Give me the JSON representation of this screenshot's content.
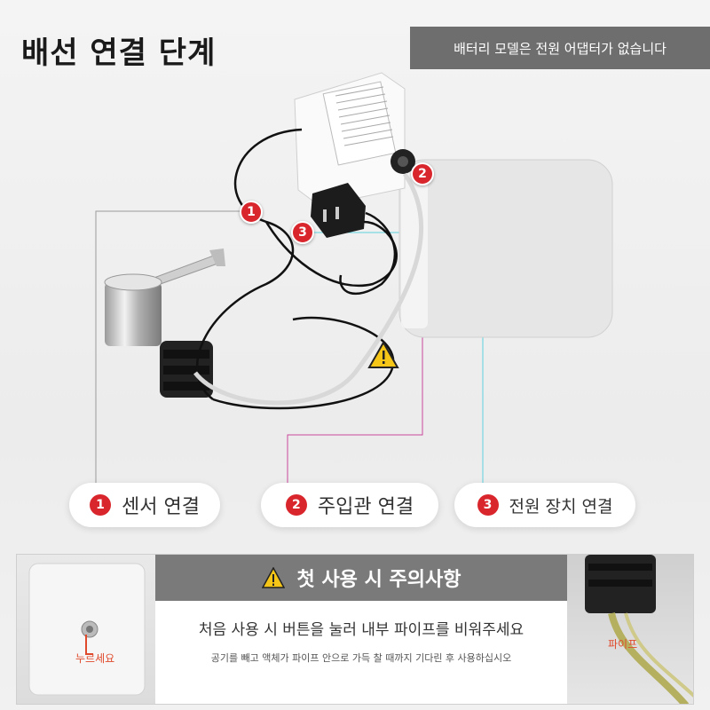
{
  "page": {
    "title": "배선 연결 단계",
    "banner": "배터리 모델은 전원 어댑터가 없습니다"
  },
  "callouts": [
    {
      "num": "1",
      "label": "센서 연결"
    },
    {
      "num": "2",
      "label": "주입관 연결"
    },
    {
      "num": "3",
      "label": "전원 장치 연결"
    }
  ],
  "photo_badges": [
    "1",
    "2",
    "3"
  ],
  "notice": {
    "heading": "첫 사용 시 주의사항",
    "line1": "처음 사용 시 버튼을 눌러 내부 파이프를 비워주세요",
    "line2": "공기를 빼고 액체가 파이프 안으로 가득 찰 때까지 기다린 후 사용하십시오",
    "left_label": "누르세요",
    "right_label": "파이프"
  },
  "colors": {
    "accent_red": "#d9262c",
    "banner_gray": "#6e6e6e",
    "callout_line_cyan": "#5fd3e0",
    "callout_line_magenta": "#c8479a"
  },
  "icons": [
    "warning-icon"
  ]
}
